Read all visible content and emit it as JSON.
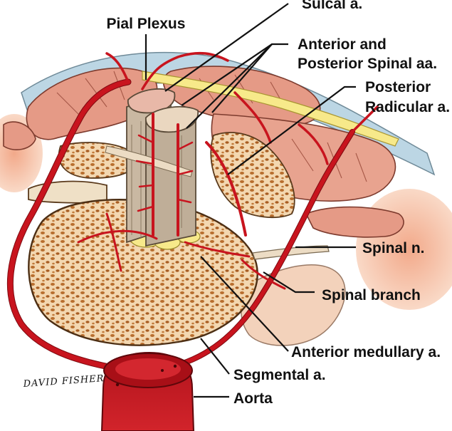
{
  "labels": {
    "sulcal": "Sulcal a.",
    "pial_plexus": "Pial Plexus",
    "ant_post_spinal_line1": "Anterior and",
    "ant_post_spinal_line2": "Posterior Spinal aa.",
    "post_radicular_line1": "Posterior",
    "post_radicular_line2": "Radicular a.",
    "spinal_n": "Spinal n.",
    "spinal_branch": "Spinal branch",
    "ant_medullary": "Anterior medullary a.",
    "segmental": "Segmental a.",
    "aorta": "Aorta"
  },
  "signature": "DAVID FISHER",
  "colors": {
    "artery": "#c8141e",
    "artery_dark": "#7e0a10",
    "muscle": "#e59a86",
    "bone": "#f1cfa4",
    "bone_pore": "#b36a2c",
    "fat": "#f7e98a",
    "cord": "#c9b8a2",
    "fascia": "#bcd6e4",
    "nerve": "#ecdcc4",
    "skin": "#f6c6ad"
  }
}
